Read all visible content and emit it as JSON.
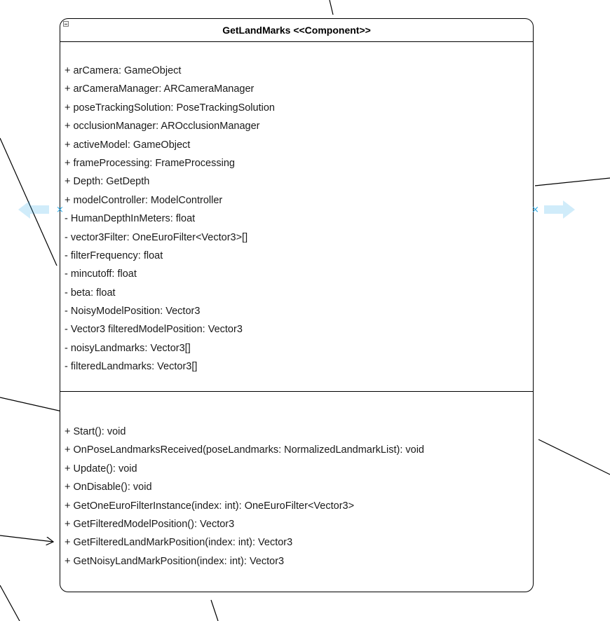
{
  "class": {
    "title": "GetLandMarks <<Component>>",
    "attributes": [
      "+ arCamera: GameObject",
      "+ arCameraManager: ARCameraManager",
      "+ poseTrackingSolution: PoseTrackingSolution",
      "+ occlusionManager: AROcclusionManager",
      "+ activeModel: GameObject",
      "+ frameProcessing: FrameProcessing",
      "+ Depth: GetDepth",
      "+ modelController: ModelController",
      "- HumanDepthInMeters: float",
      "- vector3Filter: OneEuroFilter<Vector3>[]",
      "- filterFrequency: float",
      "- mincutoff: float",
      "- beta: float",
      "- NoisyModelPosition: Vector3",
      "- Vector3 filteredModelPosition: Vector3",
      "- noisyLandmarks: Vector3[]",
      "- filteredLandmarks: Vector3[]"
    ],
    "methods": [
      "+ Start(): void",
      "+ OnPoseLandmarksReceived(poseLandmarks: NormalizedLandmarkList): void",
      "+ Update(): void",
      "+ OnDisable(): void",
      "+ GetOneEuroFilterInstance(index: int): OneEuroFilter<Vector3>",
      "+ GetFilteredModelPosition(): Vector3",
      "+ GetFilteredLandMarkPosition(index: int): Vector3",
      "+ GetNoisyLandMarkPosition(index: int): Vector3"
    ]
  },
  "colors": {
    "border": "#000000",
    "text": "#1a1a1a",
    "hover_arrow": "#29a9e6",
    "connector": "#000000"
  },
  "icons": {
    "collapse": "minus-box-icon",
    "connect_left": "arrow-left-icon",
    "connect_right": "arrow-right-icon",
    "connection_point": "x-mark-icon"
  }
}
